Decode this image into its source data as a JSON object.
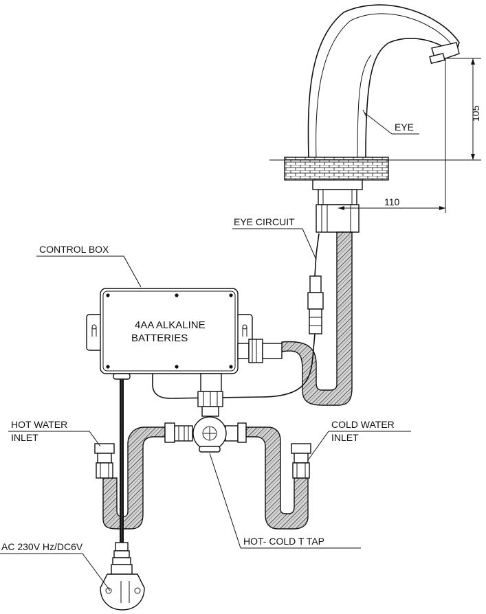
{
  "labels": {
    "eye": "EYE",
    "dim_height": "105",
    "dim_width": "110",
    "eye_circuit": "EYE CIRCUIT",
    "control_box": "CONTROL BOX",
    "batteries_line1": "4AA ALKALINE",
    "batteries_line2": "BATTERIES",
    "hot_water_line1": "HOT WATER",
    "hot_water_line2": "INLET",
    "cold_water_line1": "COLD WATER",
    "cold_water_line2": "INLET",
    "t_tap": "HOT- COLD T TAP",
    "power": "AC 230V Hz/DC6V"
  },
  "colors": {
    "line": "#111111",
    "hose_fill": "#cfcfcf",
    "background": "#ffffff"
  }
}
